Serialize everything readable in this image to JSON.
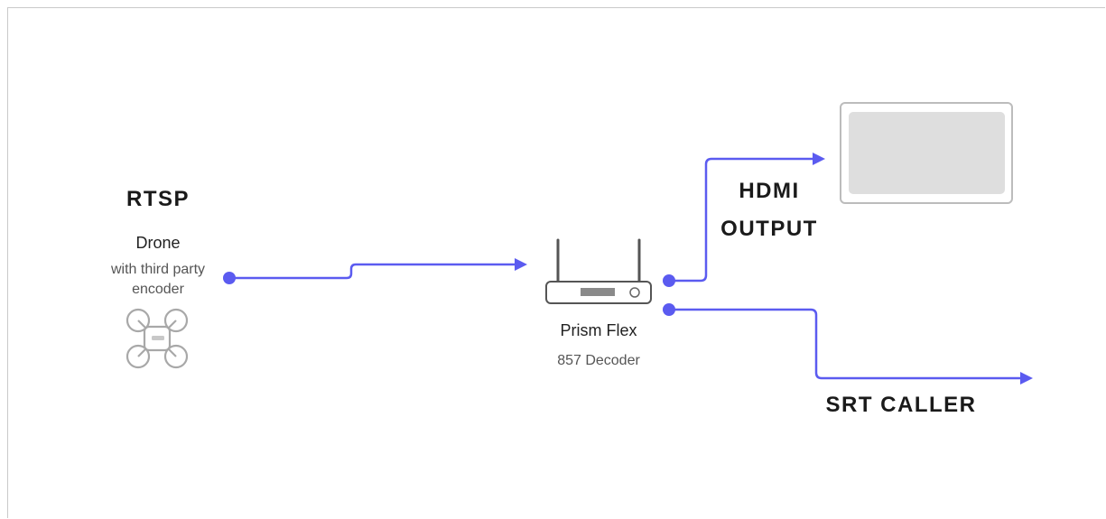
{
  "accent": "#5b5bf0",
  "source": {
    "protocol": "RTSP",
    "name": "Drone",
    "description": "with third party encoder",
    "icon": "drone-icon"
  },
  "decoder": {
    "name": "Prism Flex",
    "model": "857 Decoder",
    "icon": "router-icon"
  },
  "outputs": {
    "hdmi": {
      "line1": "HDMI",
      "line2": "OUTPUT",
      "icon": "monitor-icon"
    },
    "srt": {
      "label": "SRT CALLER"
    }
  }
}
